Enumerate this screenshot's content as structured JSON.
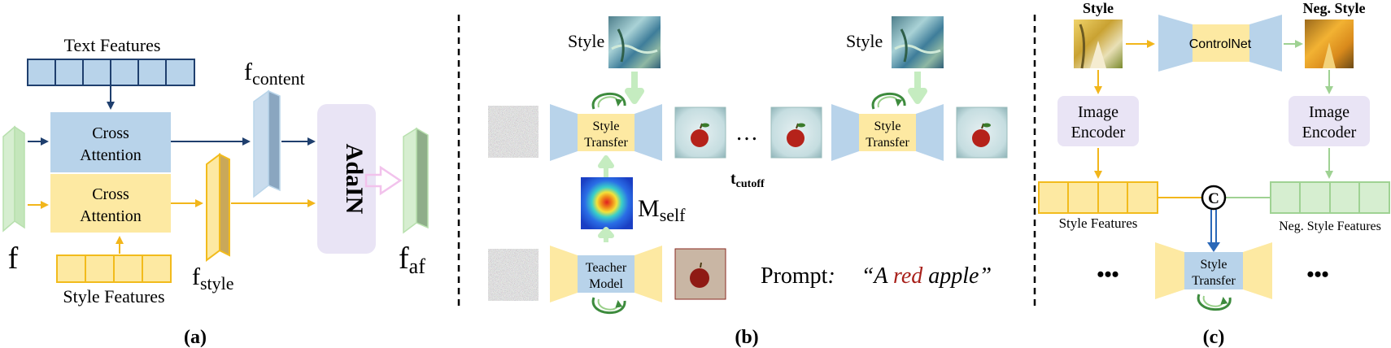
{
  "panel_a": {
    "text_features": "Text Features",
    "cross_attention_top": [
      "Cross",
      "Attention"
    ],
    "cross_attention_bottom": [
      "Cross",
      "Attention"
    ],
    "f": "f",
    "f_content_base": "f",
    "f_content_sub": "content",
    "f_style_base": "f",
    "f_style_sub": "style",
    "adain": "AdaIN",
    "f_af_base": "f",
    "f_af_sub": "af",
    "style_features": "Style Features",
    "caption": "(a)"
  },
  "panel_b": {
    "style_label_1": "Style",
    "style_label_2": "Style",
    "style_transfer_1": [
      "Style",
      "Transfer"
    ],
    "style_transfer_2": [
      "Style",
      "Transfer"
    ],
    "ellipsis": "…",
    "t_cutoff_base": "t",
    "t_cutoff_sub": "cutoff",
    "m_self_base": "M",
    "m_self_sub": "self",
    "teacher_model": [
      "Teacher",
      "Model"
    ],
    "prompt_label": "Prompt",
    "prompt_colon": ":",
    "prompt_open": "“A ",
    "prompt_red": "red",
    "prompt_close": " apple”",
    "caption": "(b)"
  },
  "panel_c": {
    "style": "Style",
    "neg_style": "Neg. Style",
    "controlnet": "ControlNet",
    "image_encoder_left": [
      "Image",
      "Encoder"
    ],
    "image_encoder_right": [
      "Image",
      "Encoder"
    ],
    "concat": "C",
    "style_features": "Style Features",
    "neg_style_features": "Neg. Style Features",
    "ellipsis_left": "•••",
    "ellipsis_right": "•••",
    "style_transfer": [
      "Style",
      "Transfer"
    ],
    "caption": "(c)"
  },
  "colors": {
    "blue_fill": "#b8d3ea",
    "blue_stroke": "#1f3f6e",
    "yellow_fill": "#fde9a2",
    "yellow_stroke": "#f2bb1c",
    "green_fill": "#d6eed0",
    "green_stroke": "#9fd293",
    "purple_fill": "#e9e4f5",
    "pink_arrow": "#f2c2ec",
    "dark_green": "#3d8b3d",
    "red_text": "#a8201a"
  }
}
